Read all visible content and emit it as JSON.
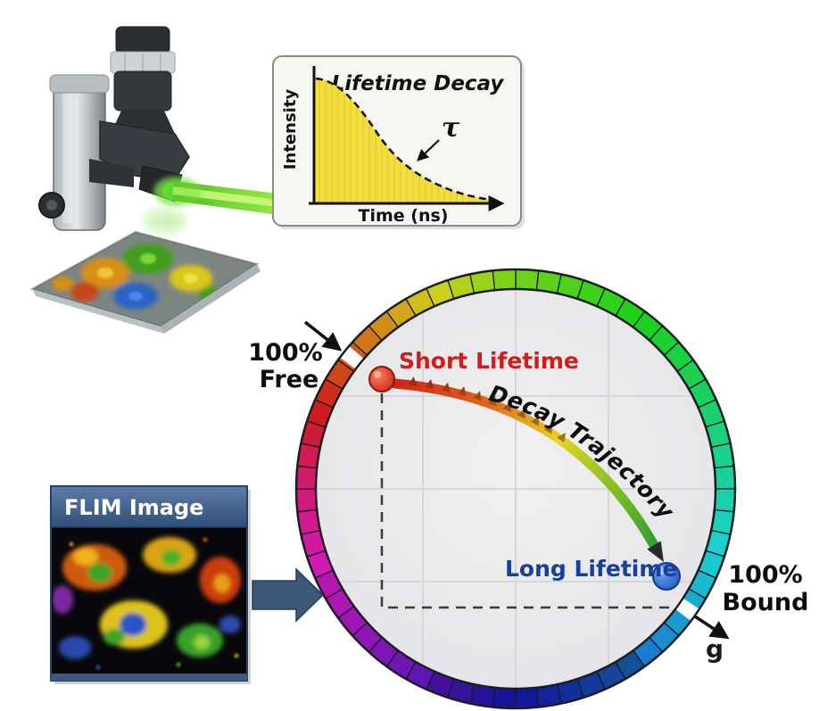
{
  "decay_chart": {
    "title": "Lifetime Decay",
    "y_axis_label": "Intensity",
    "x_axis_label": "Time (ns)",
    "tau_symbol": "τ"
  },
  "flim_panel": {
    "title": "FLIM Image"
  },
  "phasor_plot": {
    "free_pct": "100%",
    "free_word": "Free",
    "bound_pct": "100%",
    "bound_word": "Bound",
    "short_lifetime_label": "Short Lifetime",
    "long_lifetime_label": "Long Lifetime",
    "trajectory_label": "Decay Trajectory",
    "g_axis_label": "g",
    "colors": {
      "short_dot": "#d5301c",
      "long_dot": "#2a5fc4",
      "short_text": "#d11c1c",
      "long_text": "#17409e",
      "label_text": "#0d0d0d"
    }
  },
  "colors": {
    "flim_header": "#3c5a80",
    "flow_arrow": "#3b5877",
    "beam_green": "#55cc1e",
    "decay_fill": "#f2df3f",
    "ring_outline": "#1b1d21"
  }
}
